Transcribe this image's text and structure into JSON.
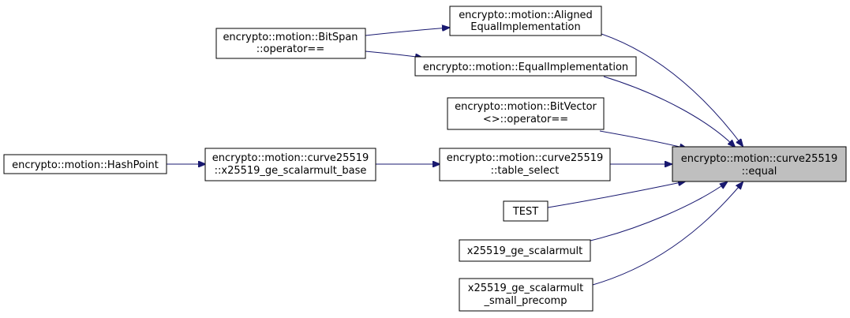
{
  "graph": {
    "nodes": {
      "equal": {
        "line1": "encrypto::motion::curve25519",
        "line2": "::equal"
      },
      "aligned": {
        "line1": "encrypto::motion::Aligned",
        "line2": "EqualImplementation"
      },
      "bitspan": {
        "line1": "encrypto::motion::BitSpan",
        "line2": "::operator=="
      },
      "equalimpl": {
        "line1": "encrypto::motion::EqualImplementation"
      },
      "bitvector": {
        "line1": "encrypto::motion::BitVector",
        "line2": "<>::operator=="
      },
      "tableselect": {
        "line1": "encrypto::motion::curve25519",
        "line2": "::table_select"
      },
      "scalarbase": {
        "line1": "encrypto::motion::curve25519",
        "line2": "::x25519_ge_scalarmult_base"
      },
      "hashpoint": {
        "line1": "encrypto::motion::HashPoint"
      },
      "test": {
        "line1": "TEST"
      },
      "scalarmult": {
        "line1": "x25519_ge_scalarmult"
      },
      "smallprecomp": {
        "line1": "x25519_ge_scalarmult",
        "line2": "_small_precomp"
      }
    },
    "edges": [
      {
        "from": "bitspan",
        "to": "aligned"
      },
      {
        "from": "bitspan",
        "to": "equalimpl"
      },
      {
        "from": "aligned",
        "to": "equal"
      },
      {
        "from": "equalimpl",
        "to": "equal"
      },
      {
        "from": "bitvector",
        "to": "equal"
      },
      {
        "from": "tableselect",
        "to": "equal"
      },
      {
        "from": "scalarbase",
        "to": "tableselect"
      },
      {
        "from": "hashpoint",
        "to": "scalarbase"
      },
      {
        "from": "test",
        "to": "equal"
      },
      {
        "from": "scalarmult",
        "to": "equal"
      },
      {
        "from": "smallprecomp",
        "to": "equal"
      }
    ],
    "colors": {
      "edge": "#191970",
      "focus_fill": "#bfbfbf",
      "node_fill": "#ffffff",
      "node_border": "#000000"
    }
  }
}
